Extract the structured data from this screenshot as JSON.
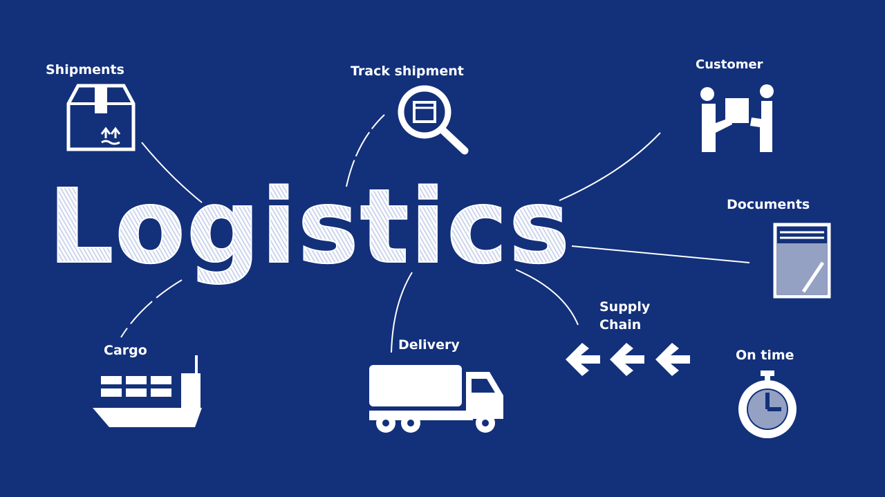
{
  "diagram": {
    "title": "Logistics",
    "nodes": [
      {
        "id": "shipments",
        "label": "Shipments",
        "icon": "box-icon"
      },
      {
        "id": "track",
        "label": "Track shipment",
        "icon": "magnifier-icon"
      },
      {
        "id": "customer",
        "label": "Customer",
        "icon": "handover-icon"
      },
      {
        "id": "documents",
        "label": "Documents",
        "icon": "document-icon"
      },
      {
        "id": "cargo",
        "label": "Cargo",
        "icon": "ship-icon"
      },
      {
        "id": "delivery",
        "label": "Delivery",
        "icon": "truck-icon"
      },
      {
        "id": "supply",
        "label": "Supply\nChain",
        "icon": "arrows-icon"
      },
      {
        "id": "ontime",
        "label": "On time",
        "icon": "stopwatch-icon"
      }
    ],
    "colors": {
      "background": "#13307a",
      "chalk": "#ffffff"
    }
  }
}
